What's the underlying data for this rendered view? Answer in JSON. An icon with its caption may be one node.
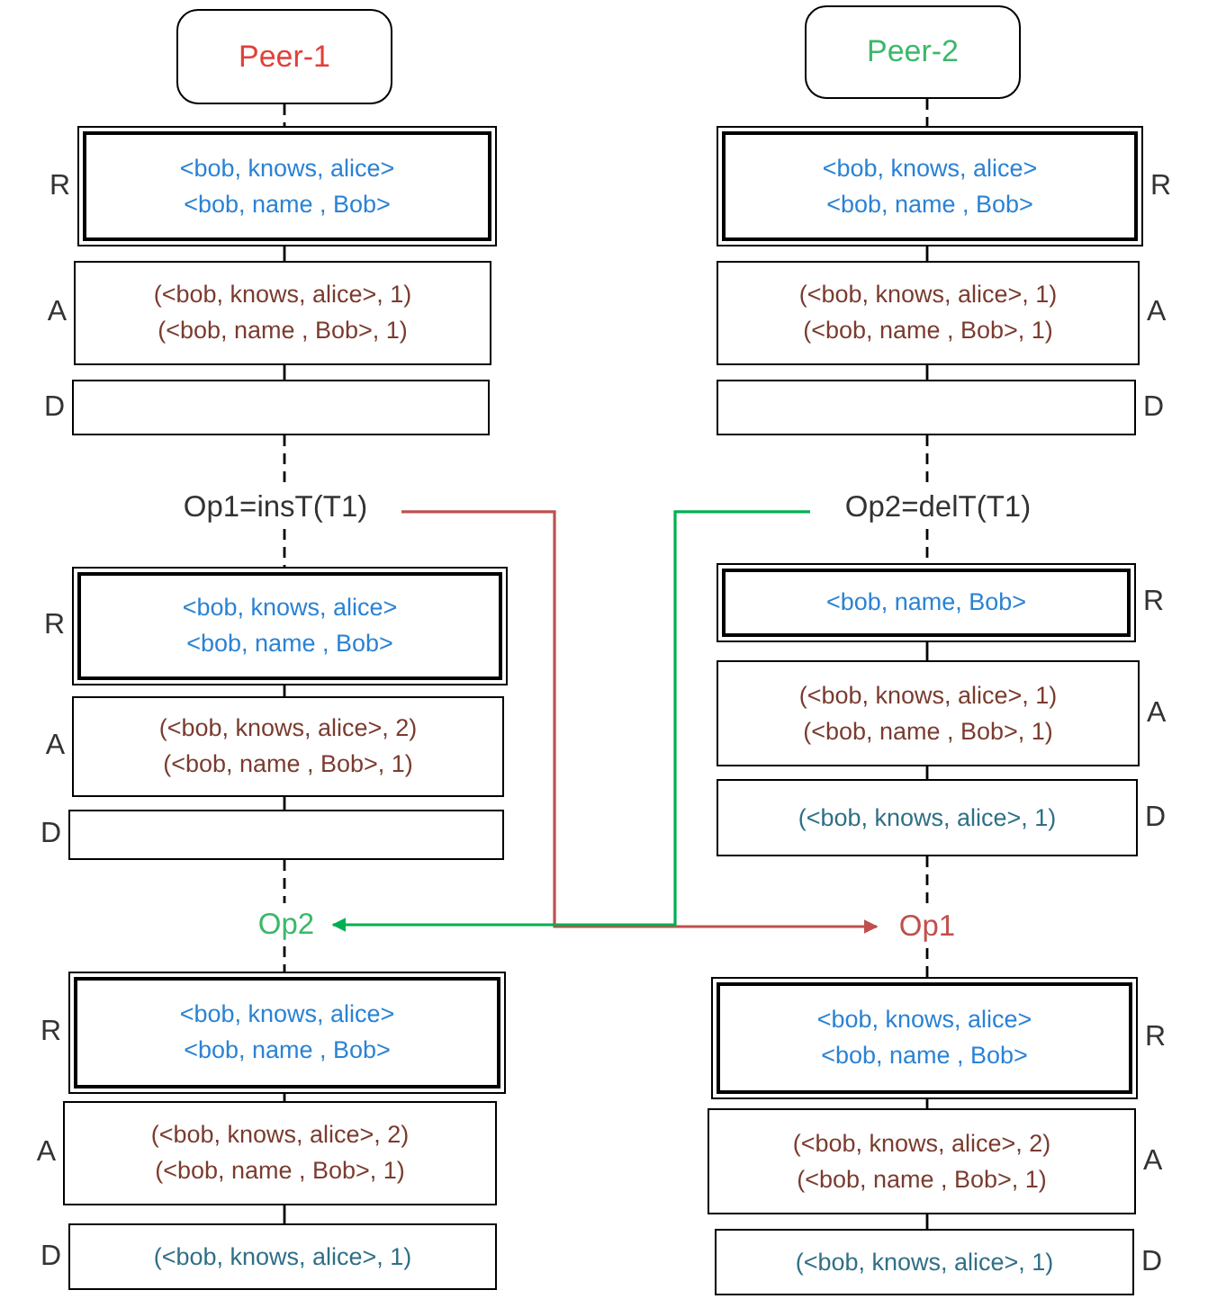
{
  "diagram": {
    "nodes": [
      {
        "text": [
          "Peer-1"
        ]
      },
      {
        "text": [
          "Peer-2"
        ]
      },
      {
        "text": [
          "<bob, knows, alice>",
          "<bob, name , Bob>"
        ],
        "beside": [
          "R"
        ]
      },
      {
        "text": [
          "<bob, knows, alice>",
          "<bob, name , Bob>"
        ],
        "beside": [
          "R"
        ]
      },
      {
        "text": [
          "(<bob, knows, alice>, 1)",
          "(<bob, name , Bob>, 1)"
        ],
        "beside": [
          "A"
        ]
      },
      {
        "text": [
          "(<bob, knows, alice>, 1)",
          "(<bob, name , Bob>, 1)"
        ],
        "beside": [
          "A"
        ]
      },
      {
        "text": [],
        "shape": "box",
        "beside": [
          "D"
        ]
      },
      {
        "text": [],
        "shape": "box",
        "beside": [
          "D"
        ]
      },
      {
        "text": [
          "Op1=insT(T1)"
        ]
      },
      {
        "text": [
          "Op2=delT(T1)"
        ]
      },
      {
        "text": [
          "<bob, knows, alice>",
          "<bob, name , Bob>"
        ],
        "beside": [
          "R"
        ]
      },
      {
        "text": [
          "<bob, name, Bob>"
        ],
        "beside": [
          "R"
        ]
      },
      {
        "text": [
          "(<bob, knows, alice>, 2)",
          "(<bob, name , Bob>, 1)"
        ],
        "beside": [
          "A"
        ]
      },
      {
        "text": [
          "(<bob, knows, alice>, 1)",
          "(<bob, name , Bob>, 1)"
        ],
        "beside": [
          "A"
        ]
      },
      {
        "text": [],
        "shape": "box",
        "beside": [
          "D"
        ]
      },
      {
        "text": [
          "(<bob, knows, alice>, 1)"
        ],
        "beside": [
          "D"
        ]
      },
      {
        "text": [
          "Op2"
        ]
      },
      {
        "text": [
          "Op1"
        ]
      },
      {
        "text": [
          "<bob, knows, alice>",
          "<bob, name , Bob>"
        ],
        "beside": [
          "R"
        ]
      },
      {
        "text": [
          "<bob, knows, alice>",
          "<bob, name , Bob>"
        ],
        "beside": [
          "R"
        ]
      },
      {
        "text": [
          "(<bob, knows, alice>, 2)",
          "(<bob, name , Bob>, 1)"
        ],
        "beside": [
          "A"
        ]
      },
      {
        "text": [
          "(<bob, knows, alice>, 2)",
          "(<bob, name , Bob>, 1)"
        ],
        "beside": [
          "A"
        ]
      },
      {
        "text": [
          "(<bob, knows, alice>, 1)"
        ],
        "beside": [
          "D"
        ]
      },
      {
        "text": [
          "(<bob, knows, alice>, 1)"
        ],
        "beside": [
          "D"
        ]
      }
    ],
    "edges": [
      {
        "from": 0,
        "to": 2,
        "arrow": "none",
        "style": "dashed"
      },
      {
        "from": 2,
        "to": 4,
        "arrow": "none"
      },
      {
        "from": 4,
        "to": 6,
        "arrow": "none"
      },
      {
        "from": 6,
        "to": 8,
        "arrow": "none",
        "style": "dashed"
      },
      {
        "from": 8,
        "to": 10,
        "arrow": "none",
        "style": "dashed"
      },
      {
        "from": 10,
        "to": 12,
        "arrow": "none"
      },
      {
        "from": 12,
        "to": 14,
        "arrow": "none"
      },
      {
        "from": 14,
        "to": 16,
        "arrow": "none",
        "style": "dashed"
      },
      {
        "from": 16,
        "to": 18,
        "arrow": "none",
        "style": "dashed"
      },
      {
        "from": 18,
        "to": 20,
        "arrow": "none"
      },
      {
        "from": 20,
        "to": 22,
        "arrow": "none"
      },
      {
        "from": 1,
        "to": 3,
        "arrow": "none",
        "style": "dashed"
      },
      {
        "from": 3,
        "to": 5,
        "arrow": "none"
      },
      {
        "from": 5,
        "to": 7,
        "arrow": "none"
      },
      {
        "from": 7,
        "to": 9,
        "arrow": "none",
        "style": "dashed"
      },
      {
        "from": 9,
        "to": 11,
        "arrow": "none",
        "style": "dashed"
      },
      {
        "from": 11,
        "to": 13,
        "arrow": "none"
      },
      {
        "from": 13,
        "to": 15,
        "arrow": "none"
      },
      {
        "from": 15,
        "to": 17,
        "arrow": "none",
        "style": "dashed"
      },
      {
        "from": 17,
        "to": 19,
        "arrow": "none",
        "style": "dashed"
      },
      {
        "from": 19,
        "to": 21,
        "arrow": "none"
      },
      {
        "from": 21,
        "to": 23,
        "arrow": "none"
      },
      {
        "from": 8,
        "to": 17,
        "arrow": "to",
        "color": "#c0504d"
      },
      {
        "from": 9,
        "to": 16,
        "arrow": "to",
        "color": "#00b050"
      }
    ]
  }
}
